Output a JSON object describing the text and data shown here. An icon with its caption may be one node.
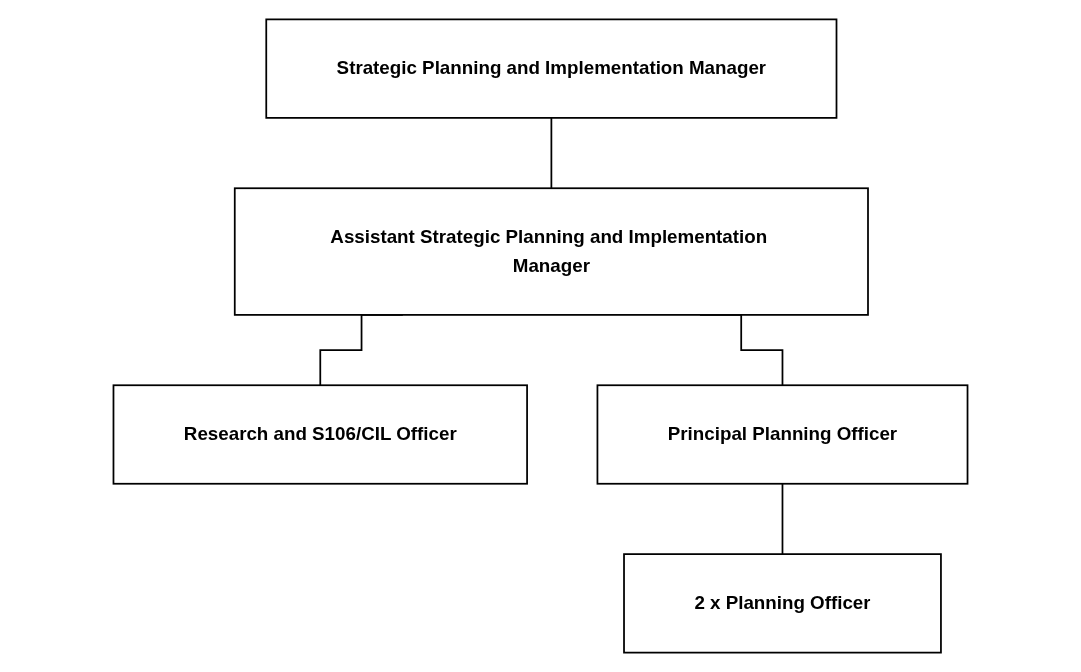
{
  "diagram": {
    "nodes": [
      {
        "text": [
          "Strategic Planning and Implementation Manager"
        ]
      },
      {
        "text": [
          "Assistant Strategic Planning and Implementation Manager"
        ]
      },
      {
        "text": [
          "Research and S106/CIL Officer"
        ]
      },
      {
        "text": [
          "Principal Planning Officer"
        ]
      },
      {
        "text": [
          "2 x Planning Officer"
        ]
      }
    ],
    "edges": [
      {
        "from": 0,
        "to": 1,
        "arrow": "none"
      },
      {
        "from": 1,
        "to": 2,
        "arrow": "none"
      },
      {
        "from": 1,
        "to": 3,
        "arrow": "none"
      },
      {
        "from": 3,
        "to": 4,
        "arrow": "none"
      }
    ]
  }
}
